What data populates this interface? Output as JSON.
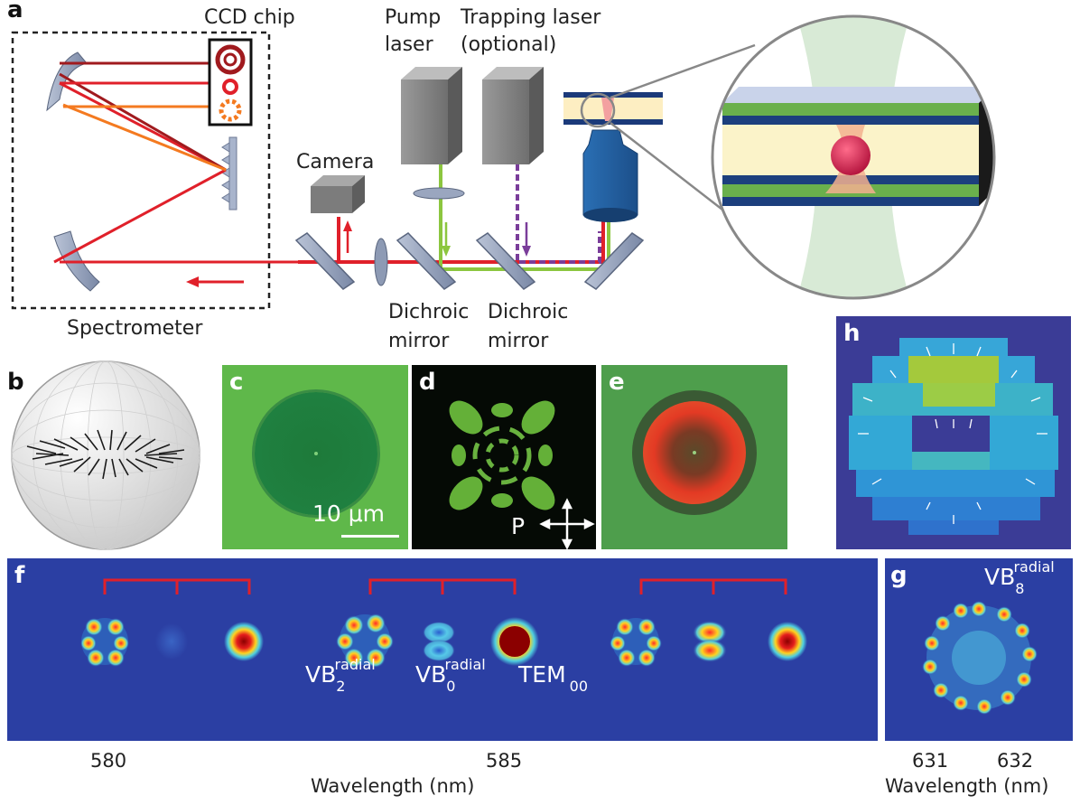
{
  "panel_a": {
    "label": "a",
    "ccd_chip": "CCD chip",
    "pump_laser": [
      "Pump",
      "laser"
    ],
    "trapping_laser": [
      "Trapping laser",
      "(optional)"
    ],
    "camera": "Camera",
    "dichroic_1": [
      "Dichroic",
      "mirror"
    ],
    "dichroic_2": [
      "Dichroic",
      "mirror"
    ],
    "spectrometer": "Spectrometer"
  },
  "panel_b": {
    "label": "b"
  },
  "panel_c": {
    "label": "c",
    "scale_bar": "10 μm"
  },
  "panel_d": {
    "label": "d",
    "polarizer": "P"
  },
  "panel_e": {
    "label": "e"
  },
  "panel_h": {
    "label": "h"
  },
  "panel_f": {
    "label": "f",
    "modes": [
      {
        "base": "VB",
        "sub": "2",
        "sup": "radial"
      },
      {
        "base": "VB",
        "sub": "0",
        "sup": "radial"
      },
      {
        "base": "TEM",
        "sub": "00",
        "sup": ""
      }
    ],
    "x_ticks": [
      "580",
      "585"
    ],
    "xlabel": "Wavelength (nm)"
  },
  "panel_g": {
    "label": "g",
    "mode": {
      "base": "VB",
      "sub": "8",
      "sup": "radial"
    },
    "x_ticks": [
      "631",
      "632"
    ],
    "xlabel": "Wavelength (nm)"
  },
  "colors": {
    "laser_red": "#e0202a",
    "pump_green": "#8cc63f",
    "trap_purple": "#7a3d9a",
    "spectrum_bg": "#2b3fa3",
    "microscope_green": "#5fb84a"
  }
}
